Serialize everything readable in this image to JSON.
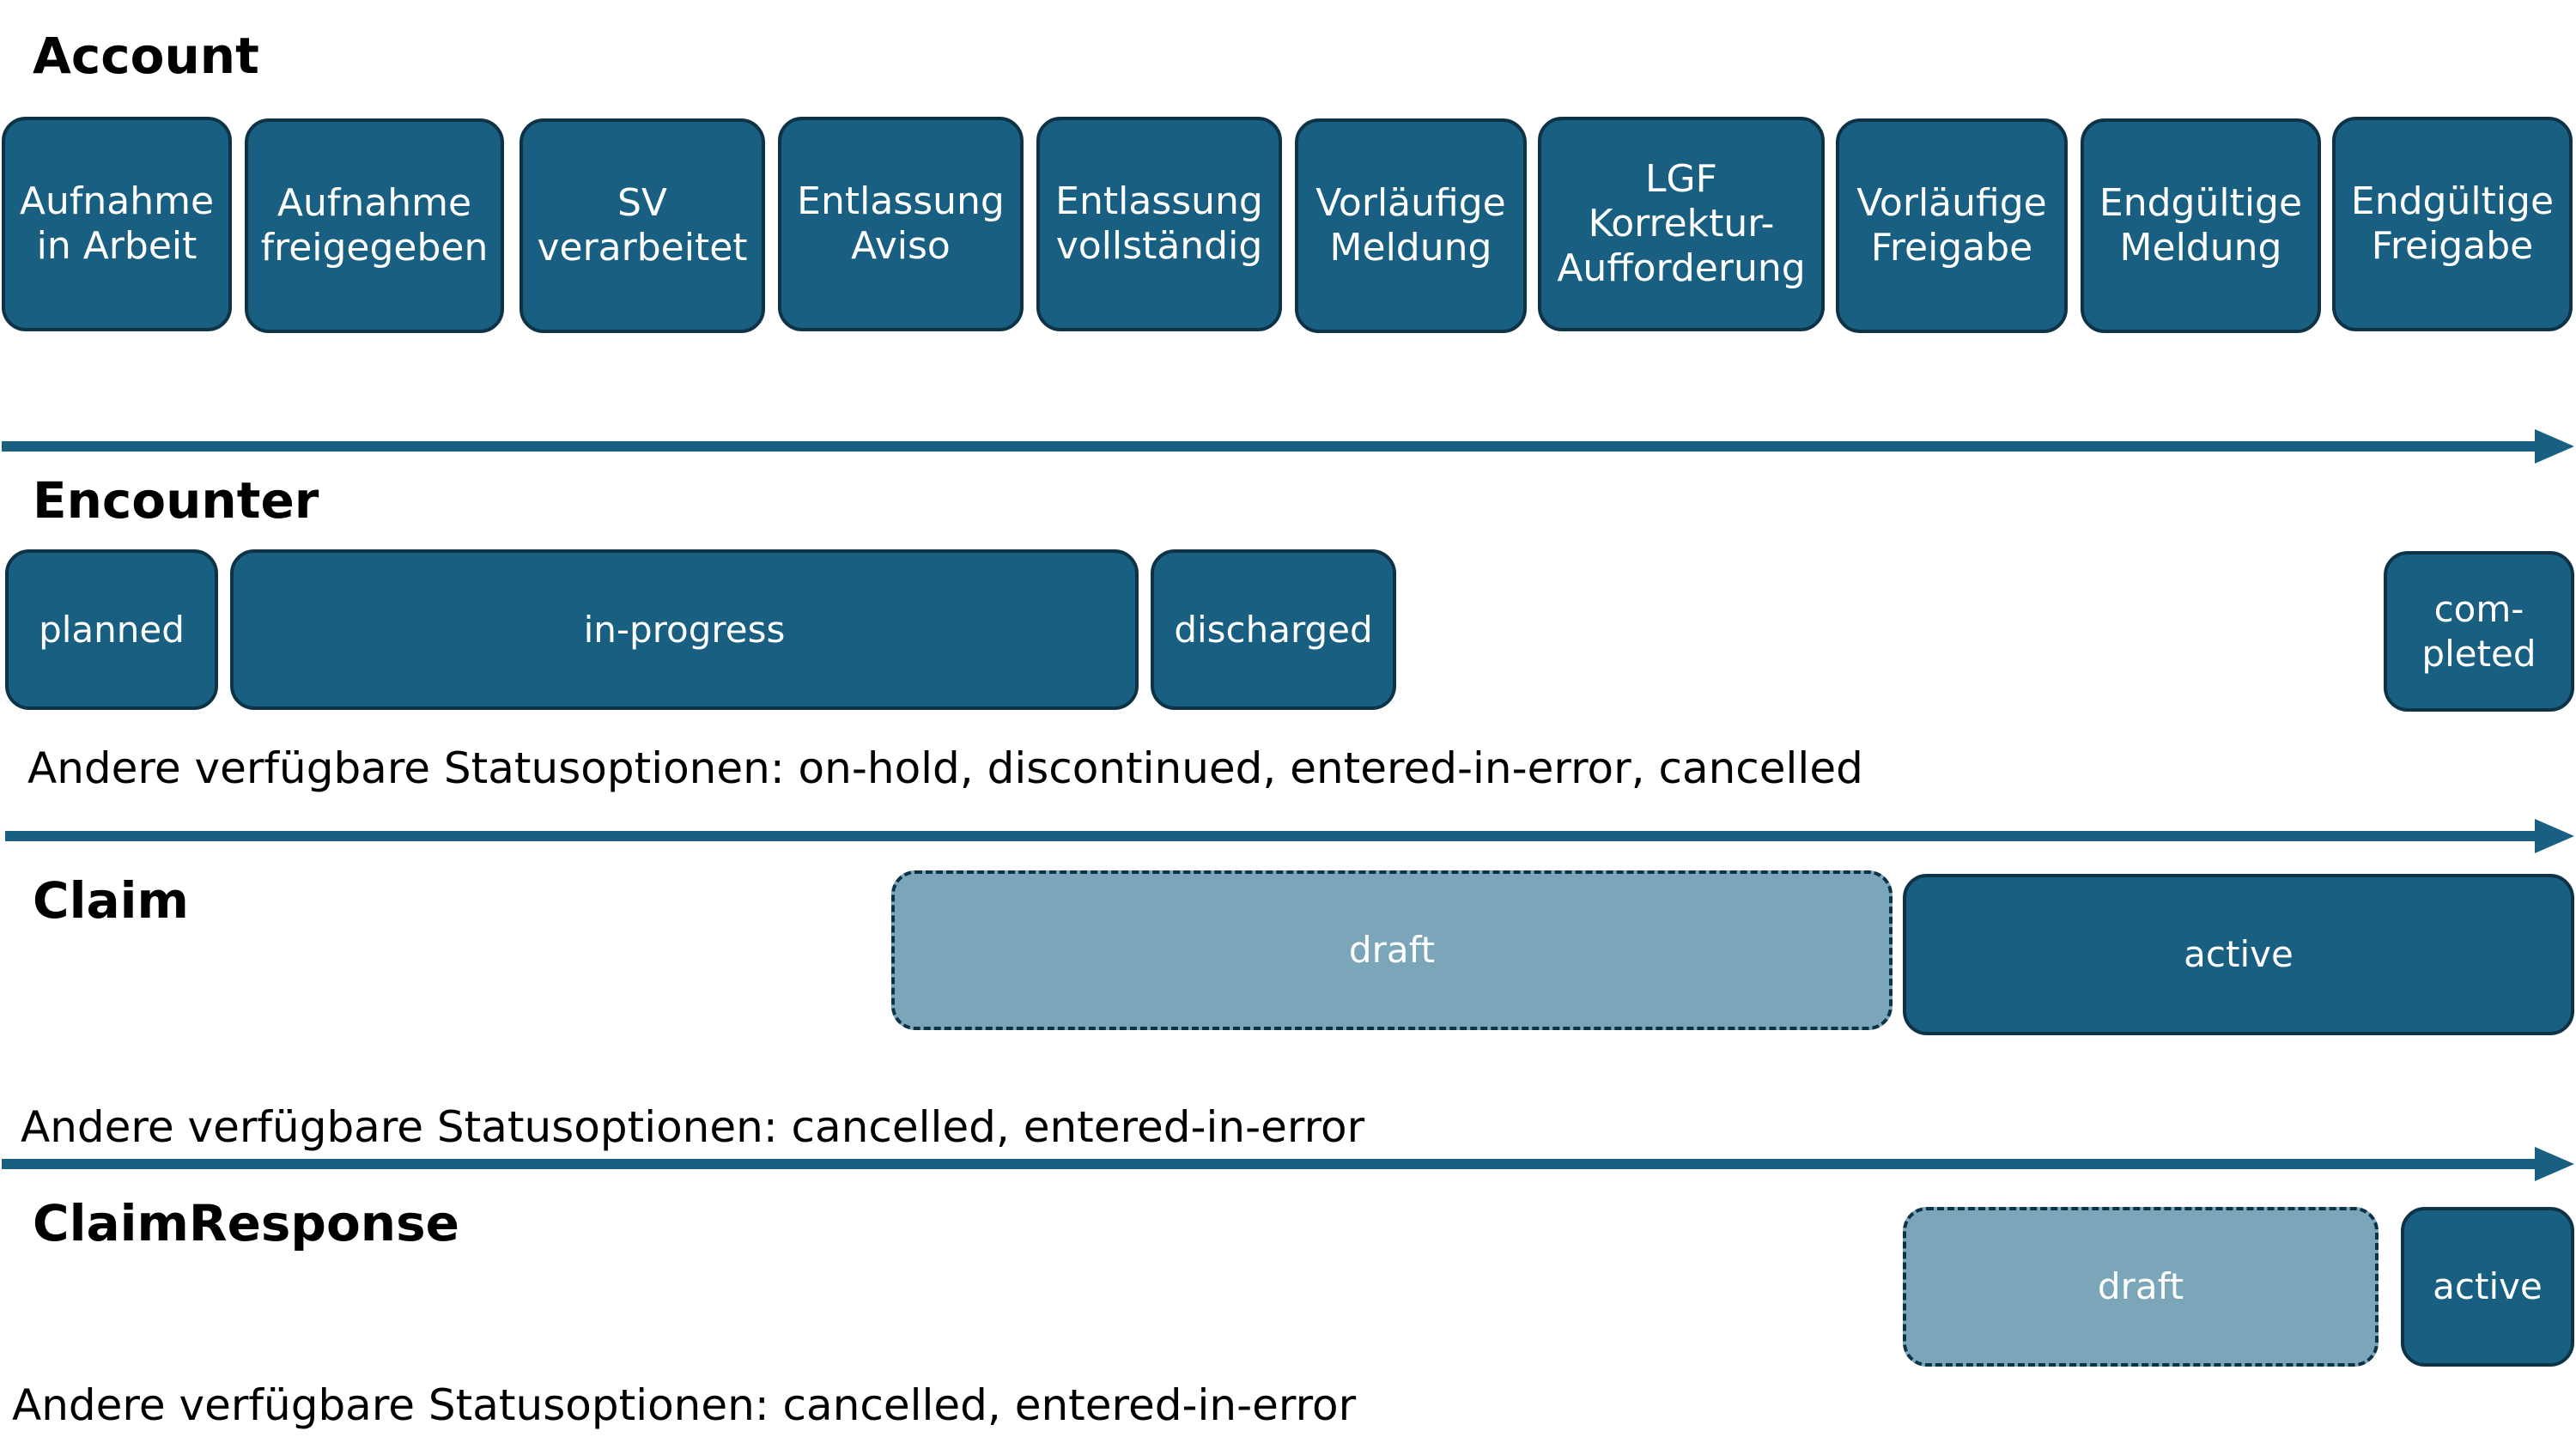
{
  "account": {
    "title": "Account",
    "states": [
      "Aufnahme\nin Arbeit",
      "Aufnahme\nfreigegeben",
      "SV\nverarbeitet",
      "Entlassung\nAviso",
      "Entlassung\nvollständig",
      "Vorläufige\nMeldung",
      "LGF\nKorrektur-\nAufforderung",
      "Vorläufige\nFreigabe",
      "Endgültige\nMeldung",
      "Endgültige\nFreigabe"
    ]
  },
  "encounter": {
    "title": "Encounter",
    "states": [
      "planned",
      "in-progress",
      "discharged",
      "com-\npleted"
    ],
    "other_options": "Andere verfügbare Statusoptionen: on-hold, discontinued, entered-in-error, cancelled"
  },
  "claim": {
    "title": "Claim",
    "states": [
      "draft",
      "active"
    ],
    "other_options": "Andere verfügbare Statusoptionen: cancelled, entered-in-error"
  },
  "claim_response": {
    "title": "ClaimResponse",
    "states": [
      "draft",
      "active"
    ],
    "other_options": "Andere verfügbare Statusoptionen: cancelled, entered-in-error"
  },
  "colors": {
    "box_fill": "#185f82",
    "box_fill_light": "#7ba5b9",
    "box_border": "#0e3347",
    "arrow": "#185f82"
  }
}
